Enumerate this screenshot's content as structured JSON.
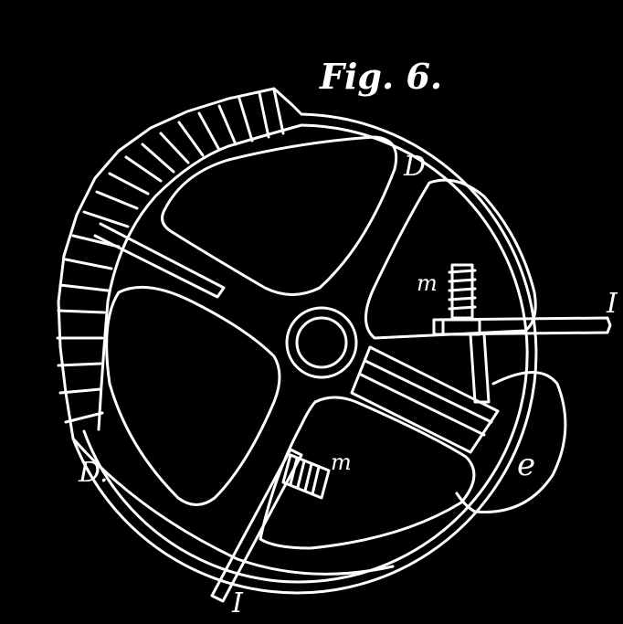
{
  "figure": {
    "title": "Fig. 6.",
    "labels": {
      "rim_top": "D",
      "rim_bottom": "D.",
      "rod_right": "I",
      "rod_bottom": "I",
      "screw_upper": "m",
      "screw_lower": "m",
      "lug": "e"
    },
    "colors": {
      "background": "#000000",
      "ink": "#ffffff"
    }
  }
}
